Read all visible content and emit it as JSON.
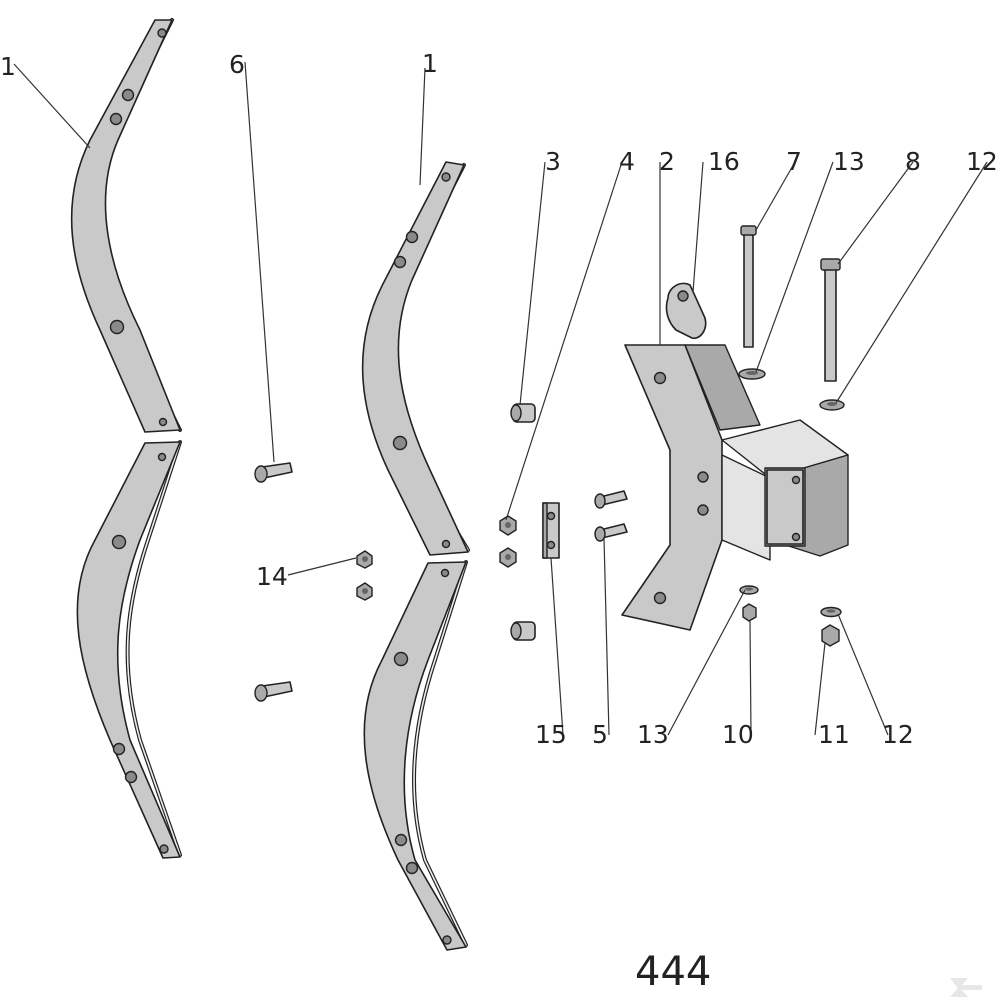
{
  "diagram": {
    "page_number": "444",
    "callouts": {
      "c_1a": "1",
      "c_6": "6",
      "c_1b": "1",
      "c_3": "3",
      "c_4": "4",
      "c_2": "2",
      "c_16": "16",
      "c_7": "7",
      "c_13a": "13",
      "c_8": "8",
      "c_12a": "12",
      "c_14": "14",
      "c_15": "15",
      "c_5": "5",
      "c_13b": "13",
      "c_10": "10",
      "c_11": "11",
      "c_12b": "12"
    },
    "colors": {
      "part_fill": "#c9c9c9",
      "outline": "#222222",
      "background": "#ffffff"
    },
    "icons": {
      "corner_logo": "k-brand-logo-icon"
    }
  }
}
